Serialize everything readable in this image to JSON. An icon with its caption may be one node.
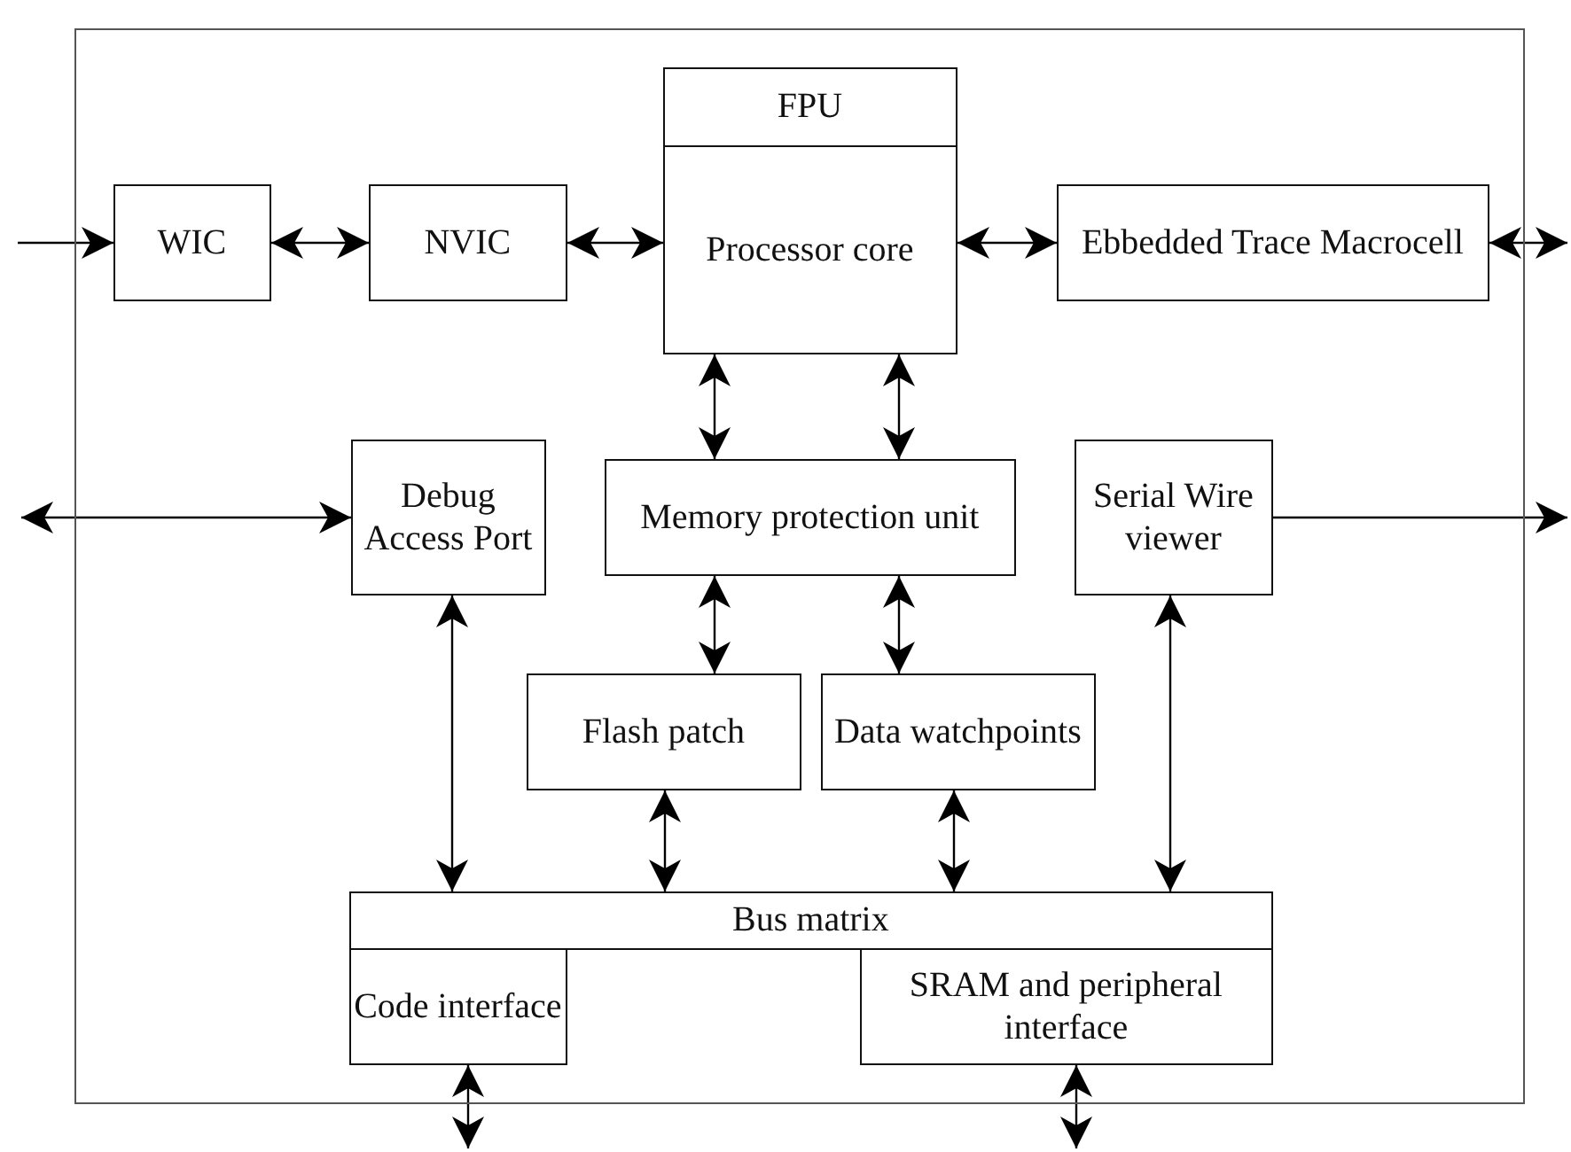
{
  "diagram": {
    "nodes": [
      {
        "text": [],
        "shape": "box"
      },
      {
        "text": [
          "FPU"
        ],
        "in": 0
      },
      {
        "text": [
          "Processor core"
        ],
        "in": 0
      },
      {
        "text": [
          "WIC"
        ],
        "in": 0
      },
      {
        "text": [
          "NVIC"
        ],
        "in": 0
      },
      {
        "text": [
          "Ebbedded Trace Macrocell"
        ],
        "in": 0
      },
      {
        "text": [
          "Debug Access Port"
        ],
        "in": 0
      },
      {
        "text": [
          "Memory protection unit"
        ],
        "in": 0
      },
      {
        "text": [
          "Serial Wire viewer"
        ],
        "in": 0
      },
      {
        "text": [
          "Flash patch"
        ],
        "in": 0
      },
      {
        "text": [
          "Data watchpoints"
        ],
        "in": 0
      },
      {
        "text": [
          "Bus matrix"
        ],
        "in": 0
      },
      {
        "text": [
          "Code interface"
        ],
        "in": 0
      },
      {
        "text": [
          "SRAM and peripheral interface"
        ],
        "in": 0
      }
    ],
    "edges": [
      {
        "from": null,
        "to": 3,
        "arrow": "to"
      },
      {
        "from": 3,
        "to": 4,
        "arrow": "both"
      },
      {
        "from": 4,
        "to": 2,
        "arrow": "both"
      },
      {
        "from": 2,
        "to": 5,
        "arrow": "both"
      },
      {
        "from": 5,
        "to": null,
        "arrow": "both"
      },
      {
        "from": 2,
        "to": 7,
        "arrow": "both"
      },
      {
        "from": 2,
        "to": 7,
        "arrow": "both"
      },
      {
        "from": null,
        "to": 6,
        "arrow": "both"
      },
      {
        "from": 8,
        "to": null,
        "arrow": "to"
      },
      {
        "from": 7,
        "to": 9,
        "arrow": "both"
      },
      {
        "from": 7,
        "to": 10,
        "arrow": "both"
      },
      {
        "from": 6,
        "to": 11,
        "arrow": "both"
      },
      {
        "from": 9,
        "to": 11,
        "arrow": "both"
      },
      {
        "from": 10,
        "to": 11,
        "arrow": "both"
      },
      {
        "from": 8,
        "to": 11,
        "arrow": "both"
      },
      {
        "from": 12,
        "to": null,
        "arrow": "both"
      },
      {
        "from": 13,
        "to": null,
        "arrow": "both"
      }
    ]
  }
}
